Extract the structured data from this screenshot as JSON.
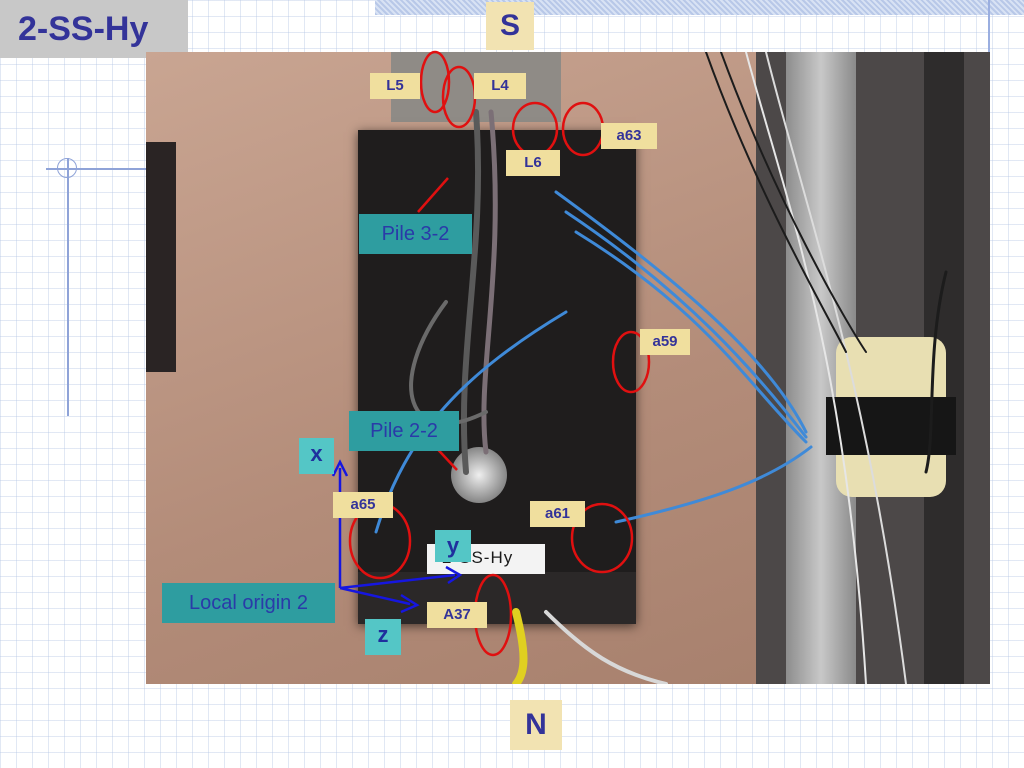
{
  "title": "2-SS-Hy",
  "compass": {
    "south": "S",
    "north": "N"
  },
  "photo": {
    "device_label": "2-SS-Hy",
    "labels": {
      "L5": "L5",
      "L4": "L4",
      "L6": "L6",
      "a63": "a63",
      "a59": "a59",
      "a65": "a65",
      "a61": "a61",
      "A37": "A37",
      "pile32": "Pile 3-2",
      "pile22": "Pile 2-2",
      "local_origin": "Local origin 2"
    },
    "axes": {
      "x": "x",
      "y": "y",
      "z": "z"
    }
  },
  "colors": {
    "title_bg": "#c8c8c8",
    "title_text": "#333399",
    "label_yellow": "#f0df9e",
    "label_teal": "#2e9da0",
    "axis_bg": "#54c6c6",
    "marker_red": "#e01010",
    "axis_arrow": "#1616e0"
  }
}
